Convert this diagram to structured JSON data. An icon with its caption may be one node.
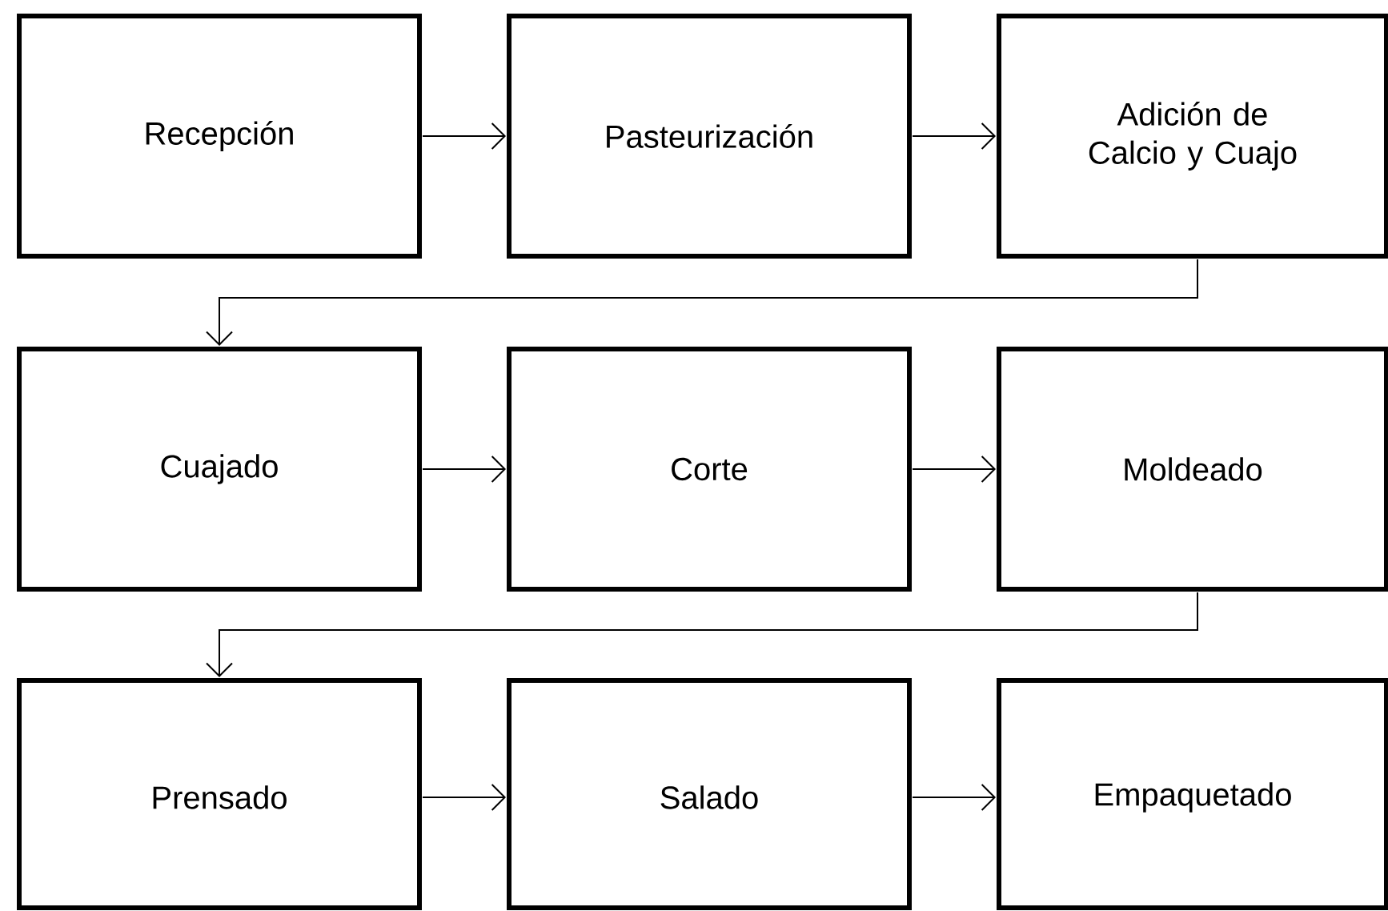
{
  "diagram": {
    "nodes": [
      {
        "text": [
          "Recepción"
        ]
      },
      {
        "text": [
          "Pasteurización"
        ]
      },
      {
        "text": [
          "Adición de Calcio y Cuajo"
        ]
      },
      {
        "text": [
          "Cuajado"
        ]
      },
      {
        "text": [
          "Corte"
        ]
      },
      {
        "text": [
          "Moldeado"
        ]
      },
      {
        "text": [
          "Prensado"
        ]
      },
      {
        "text": [
          "Salado"
        ]
      },
      {
        "text": [
          "Empaquetado"
        ]
      }
    ],
    "edges": [
      {
        "from": 0,
        "to": 1,
        "arrow": "to"
      },
      {
        "from": 1,
        "to": 2,
        "arrow": "to"
      },
      {
        "from": 2,
        "to": 3,
        "arrow": "to"
      },
      {
        "from": 3,
        "to": 4,
        "arrow": "to"
      },
      {
        "from": 4,
        "to": 5,
        "arrow": "to"
      },
      {
        "from": 5,
        "to": 6,
        "arrow": "to"
      },
      {
        "from": 6,
        "to": 7,
        "arrow": "to"
      },
      {
        "from": 7,
        "to": 8,
        "arrow": "to"
      }
    ]
  }
}
